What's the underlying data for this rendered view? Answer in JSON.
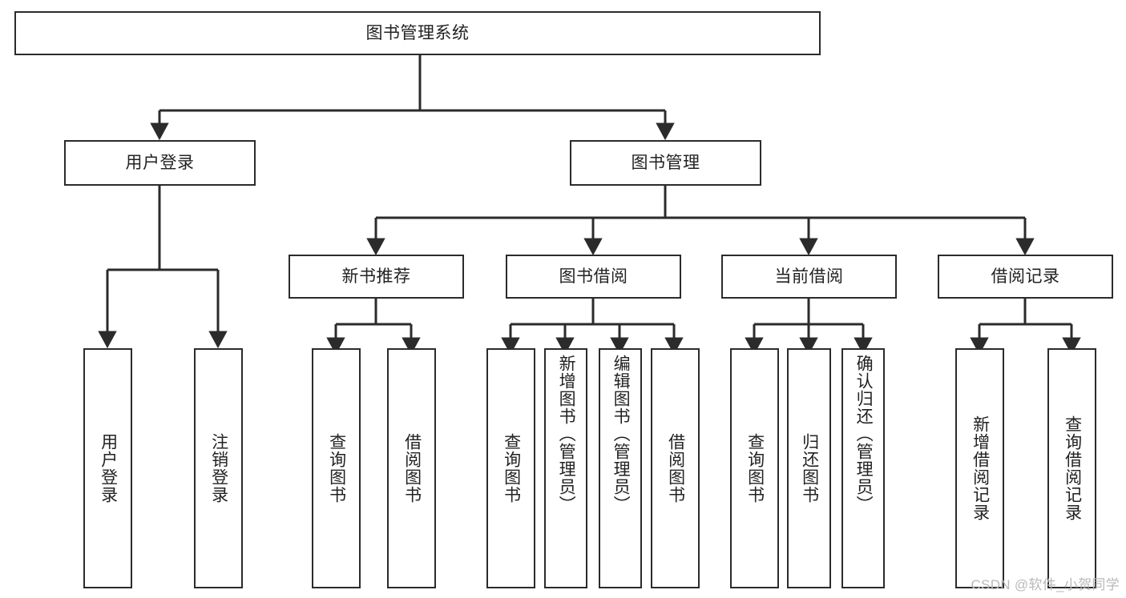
{
  "diagram": {
    "title": "图书管理系统",
    "type": "tree-hierarchy",
    "watermark": "CSDN @软件_小贺同学",
    "colors": {
      "border": "#2b2b2b",
      "background": "#ffffff",
      "text": "#222222",
      "edge": "#2b2b2b",
      "watermark": "#b9b9b9"
    },
    "nodes": {
      "root": {
        "label": "图书管理系统"
      },
      "level1": [
        {
          "id": "user-login",
          "label": "用户登录"
        },
        {
          "id": "book-manage",
          "label": "图书管理"
        }
      ],
      "level2": [
        {
          "id": "new-book-rec",
          "label": "新书推荐"
        },
        {
          "id": "book-borrow",
          "label": "图书借阅"
        },
        {
          "id": "current-borrow",
          "label": "当前借阅"
        },
        {
          "id": "borrow-record",
          "label": "借阅记录"
        }
      ],
      "leaves": {
        "user-login": [
          {
            "id": "leaf-user-login",
            "label": "用户登录"
          },
          {
            "id": "leaf-logout-login",
            "label": "注销登录"
          }
        ],
        "new-book-rec": [
          {
            "id": "leaf-query-book-1",
            "label": "查询图书"
          },
          {
            "id": "leaf-borrow-book-1",
            "label": "借阅图书"
          }
        ],
        "book-borrow": [
          {
            "id": "leaf-query-book-2",
            "label": "查询图书"
          },
          {
            "id": "leaf-add-book",
            "label": "新增图书（管理员）"
          },
          {
            "id": "leaf-edit-book",
            "label": "编辑图书（管理员）"
          },
          {
            "id": "leaf-borrow-book-2",
            "label": "借阅图书"
          }
        ],
        "current-borrow": [
          {
            "id": "leaf-query-book-3",
            "label": "查询图书"
          },
          {
            "id": "leaf-return-book",
            "label": "归还图书"
          },
          {
            "id": "leaf-confirm-return",
            "label": "确认归还（管理员）"
          }
        ],
        "borrow-record": [
          {
            "id": "leaf-add-record",
            "label": "新增借阅记录"
          },
          {
            "id": "leaf-query-record",
            "label": "查询借阅记录"
          }
        ]
      }
    }
  }
}
